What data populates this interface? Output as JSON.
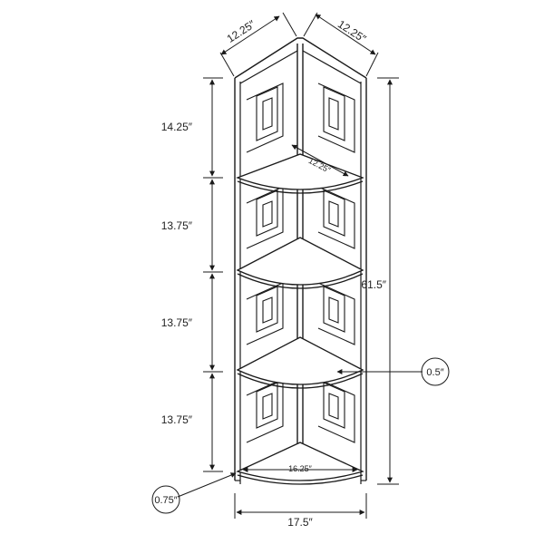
{
  "labels": {
    "top_left_depth": "12.25″",
    "top_right_depth": "12.25″",
    "shelf_depth": "12.25″",
    "gap_1": "14.25″",
    "gap_2": "13.75″",
    "gap_3": "13.75″",
    "gap_4": "13.75″",
    "total_height": "61.5″",
    "shelf_thickness": "0.5″",
    "leg_size": "0.75″",
    "bottom_width": "16.25″",
    "overall_width": "17.5″"
  },
  "colors": {
    "line": "#1a1a1a",
    "text": "#222222",
    "background": "#ffffff"
  }
}
